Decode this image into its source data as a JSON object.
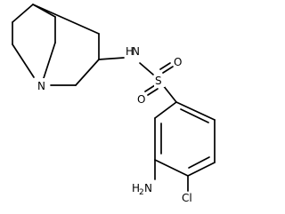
{
  "atoms": {
    "ring_nitrogen": "N",
    "sulfonamide_nitrogen_h": "H",
    "sulfonamide_nitrogen": "N",
    "sulfur": "S",
    "oxygen_upper": "O",
    "oxygen_lower": "O",
    "amino_group_h": "H",
    "amino_group_sub": "2",
    "amino_group_n": "N",
    "chlorine": "Cl"
  }
}
